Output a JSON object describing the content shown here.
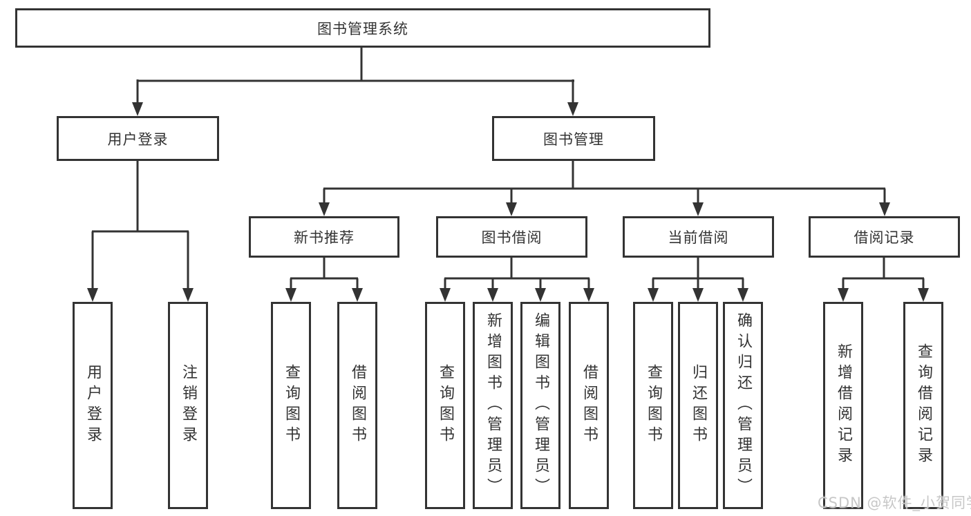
{
  "diagram": {
    "root": {
      "label": "图书管理系统"
    },
    "branches": [
      {
        "label": "用户登录",
        "children": [
          "用户登录",
          "注销登录"
        ]
      },
      {
        "label": "图书管理",
        "children": [
          {
            "label": "新书推荐",
            "children": [
              "查询图书",
              "借阅图书"
            ]
          },
          {
            "label": "图书借阅",
            "children": [
              "查询图书",
              "新增图书（管理员）",
              "编辑图书（管理员）",
              "借阅图书"
            ]
          },
          {
            "label": "当前借阅",
            "children": [
              "查询图书",
              "归还图书",
              "确认归还（管理员）"
            ]
          },
          {
            "label": "借阅记录",
            "children": [
              "新增借阅记录",
              "查询借阅记录"
            ]
          }
        ]
      }
    ]
  },
  "watermark": "CSDN @软件_小贺同学",
  "colors": {
    "line": "#333333",
    "box_border": "#333333",
    "text": "#333333",
    "watermark": "#c7c7c7",
    "background": "#ffffff"
  }
}
